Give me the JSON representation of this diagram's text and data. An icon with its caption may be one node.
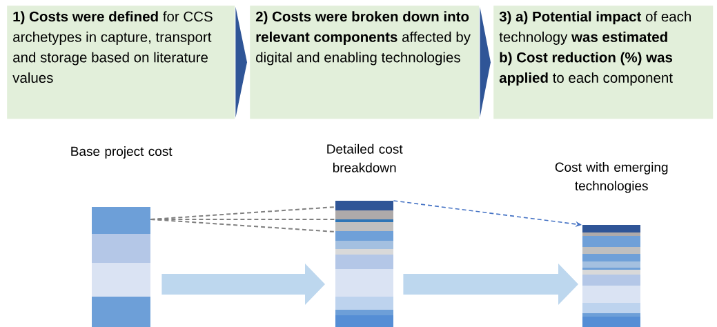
{
  "diagram": {
    "nodes": [
      {
        "text": [
          "**1) Costs were defined** for CCS archetypes in capture, transport and storage based on literature values"
        ]
      },
      {
        "text": [
          "**2) Costs were broken down into relevant components** affected by digital and enabling technologies"
        ]
      },
      {
        "text": [
          "**3) a) Potential impact** of each technology **was estimated**",
          "**b) Cost reduction (%) was applied** to each component"
        ]
      },
      {
        "text": [
          "Base project cost"
        ]
      },
      {
        "text": [
          "Detailed cost breakdown"
        ]
      },
      {
        "text": [
          "Cost with emerging technologies"
        ]
      }
    ],
    "edges": [
      {
        "from": 0,
        "to": 1,
        "arrow": "to",
        "style": "thick",
        "color": "#2f5597"
      },
      {
        "from": 1,
        "to": 2,
        "arrow": "to",
        "style": "thick",
        "color": "#2f5597"
      },
      {
        "from": 3,
        "to": 4,
        "arrow": "none",
        "style": "dashed",
        "color": "#7f7f7f"
      },
      {
        "from": 3,
        "to": 4,
        "arrow": "none",
        "style": "dashed",
        "color": "#7f7f7f"
      },
      {
        "from": 3,
        "to": 4,
        "arrow": "none",
        "style": "dashed",
        "color": "#7f7f7f"
      },
      {
        "from": 4,
        "to": 5,
        "arrow": "to",
        "style": "dashed",
        "color": "#4472c4"
      },
      {
        "from": 3,
        "to": 4,
        "arrow": "to",
        "style": "thick",
        "color": "#bdd7ee"
      },
      {
        "from": 4,
        "to": 5,
        "arrow": "to",
        "style": "thick",
        "color": "#bdd7ee"
      }
    ]
  }
}
